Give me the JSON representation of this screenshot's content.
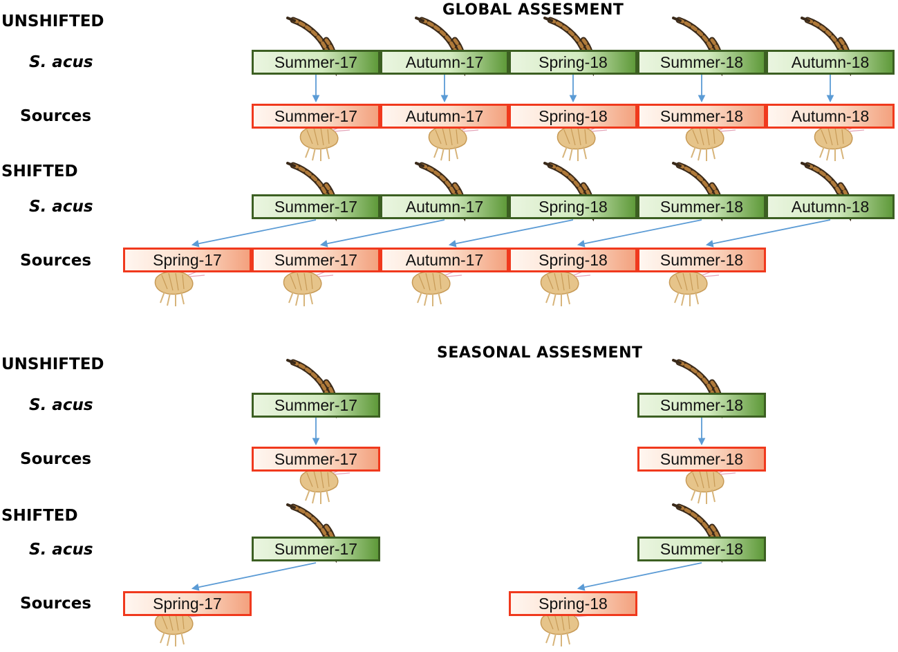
{
  "headings": {
    "global": "GLOBAL ASSESMENT",
    "seasonal": "SEASONAL ASSESMENT"
  },
  "labels": {
    "unshifted": "UNSHIFTED",
    "shifted": "SHIFTED",
    "species": "S. acus",
    "sources": "Sources"
  },
  "global": {
    "unshifted": {
      "species": [
        "Summer-17",
        "Autumn-17",
        "Spring-18",
        "Summer-18",
        "Autumn-18"
      ],
      "sources": [
        "Summer-17",
        "Autumn-17",
        "Spring-18",
        "Summer-18",
        "Autumn-18"
      ]
    },
    "shifted": {
      "species": [
        "Summer-17",
        "Autumn-17",
        "Spring-18",
        "Summer-18",
        "Autumn-18"
      ],
      "sources": [
        "Spring-17",
        "Summer-17",
        "Autumn-17",
        "Spring-18",
        "Summer-18"
      ]
    }
  },
  "seasonal": {
    "unshifted": {
      "species": [
        "Summer-17",
        "Summer-18"
      ],
      "sources": [
        "Summer-17",
        "Summer-18"
      ]
    },
    "shifted": {
      "species": [
        "Summer-17",
        "Summer-18"
      ],
      "sources": [
        "Spring-17",
        "Spring-18"
      ]
    }
  },
  "colors": {
    "species_border": "#3c5f22",
    "species_fill": "#d2eabf",
    "sources_border": "#f0391d",
    "sources_fill": "#fbdcc8",
    "arrow": "#5b9bd5"
  },
  "icons": {
    "species": "pipefish-icon",
    "sources": "amphipod-icon"
  }
}
